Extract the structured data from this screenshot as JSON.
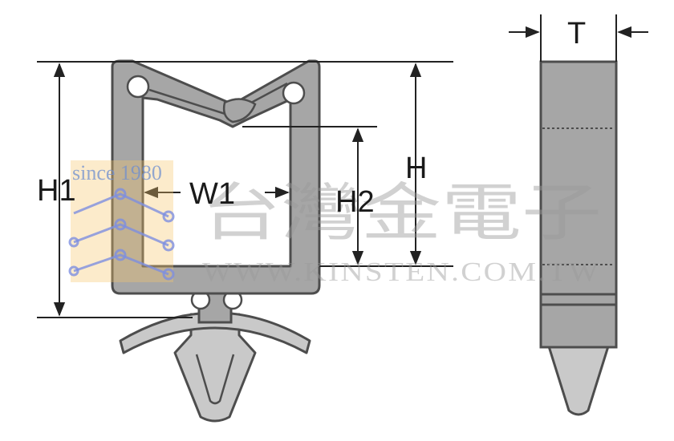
{
  "labels": {
    "h1": "H1",
    "w1": "W1",
    "h2": "H2",
    "h": "H",
    "t": "T"
  },
  "watermark": {
    "since": "since 1980",
    "company": "台灣金電子",
    "url": "WWW.KINSTEN.COM.TW"
  },
  "colors": {
    "part_fill": "#a6a6a6",
    "part_stroke": "#4d4d4d",
    "lead_fill": "#c9c9c9",
    "dimension_line": "#222222",
    "logo_orange": "#f5c76a",
    "logo_blue": "#7d8fe0"
  }
}
